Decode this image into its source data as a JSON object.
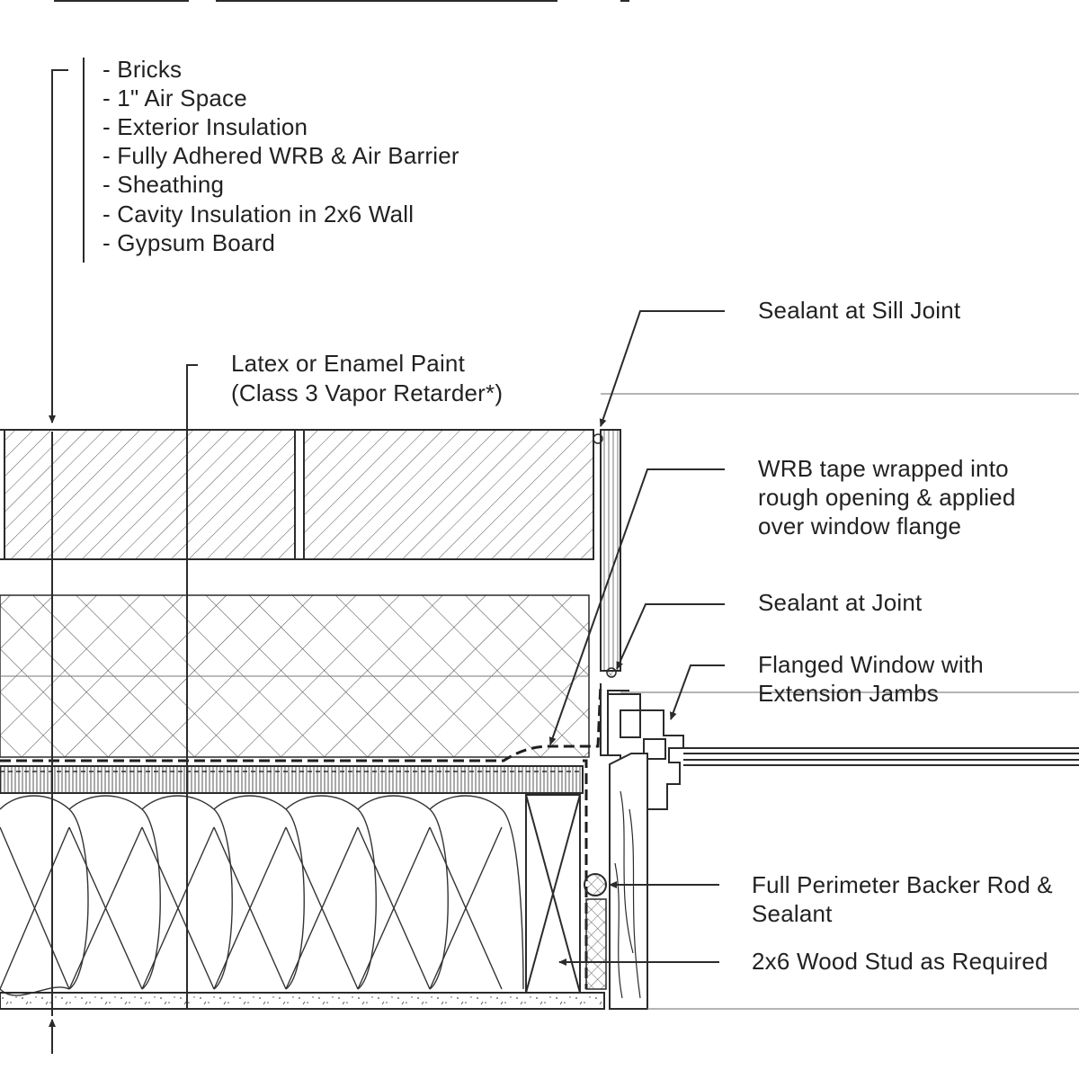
{
  "layer_list": [
    "- Bricks",
    "- 1\" Air Space",
    "- Exterior Insulation",
    "- Fully Adhered WRB & Air Barrier",
    "- Sheathing",
    "- Cavity Insulation in 2x6 Wall",
    "- Gypsum Board"
  ],
  "paint_note": [
    "Latex or Enamel Paint",
    "(Class 3 Vapor Retarder*)"
  ],
  "callouts": {
    "sealant_sill": [
      "Sealant at Sill Joint"
    ],
    "wrb_tape": [
      "WRB tape wrapped into",
      "rough opening & applied",
      "over window flange"
    ],
    "sealant_joint": [
      "Sealant at Joint"
    ],
    "window": [
      "Flanged Window with",
      "Extension Jambs"
    ],
    "backer_rod": [
      "Full Perimeter Backer Rod &",
      "Sealant"
    ],
    "stud": [
      "2x6 Wood Stud as Required"
    ]
  },
  "colors": {
    "line": "#2b2b2b",
    "text": "#222222",
    "background": "#ffffff"
  }
}
